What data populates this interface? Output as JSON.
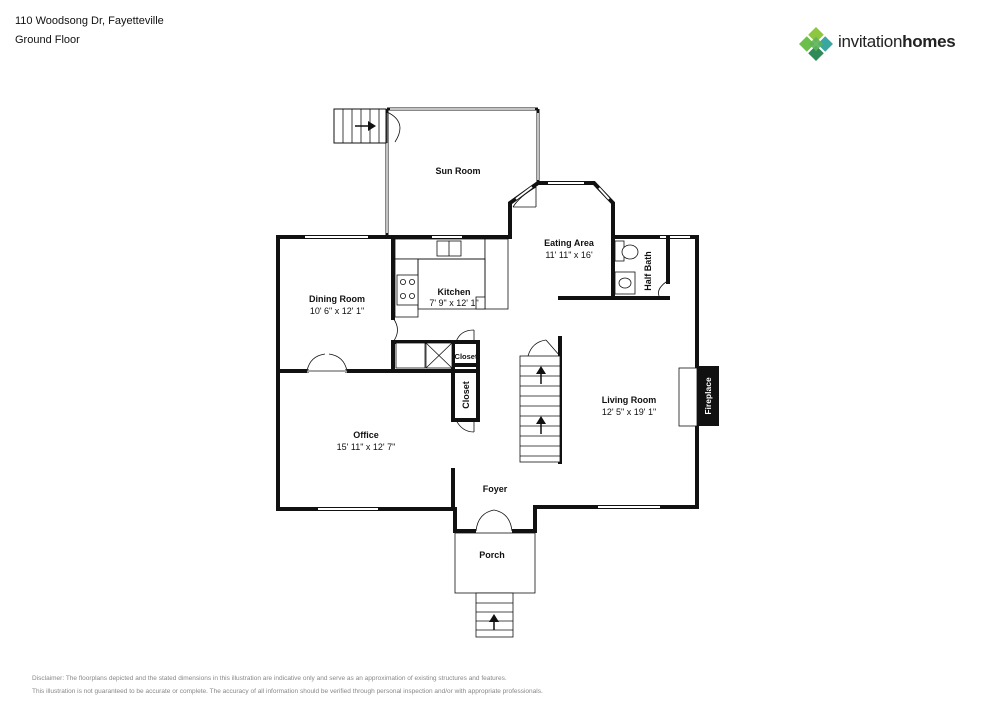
{
  "header": {
    "address": "110 Woodsong Dr, Fayetteville",
    "floor": "Ground Floor"
  },
  "logo": {
    "word1": "invitation",
    "word2": "homes",
    "colors": [
      "#6cbf4a",
      "#3aa6a0",
      "#8dc63f",
      "#2e8b57"
    ]
  },
  "rooms": {
    "sun_room": {
      "name": "Sun Room"
    },
    "eating_area": {
      "name": "Eating Area",
      "dims": "11' 11\" x 16'"
    },
    "kitchen": {
      "name": "Kitchen",
      "dims": "7' 9\" x 12' 1\""
    },
    "dining_room": {
      "name": "Dining Room",
      "dims": "10' 6\" x 12' 1\""
    },
    "half_bath": {
      "name": "Half Bath"
    },
    "closet_upper": {
      "name": "Closet"
    },
    "closet_lower": {
      "name": "Closet"
    },
    "office": {
      "name": "Office",
      "dims": "15' 11\" x 12' 7\""
    },
    "living_room": {
      "name": "Living Room",
      "dims": "12' 5\" x 19' 1\""
    },
    "fireplace": {
      "name": "Fireplace"
    },
    "foyer": {
      "name": "Foyer"
    },
    "porch": {
      "name": "Porch"
    }
  },
  "disclaimer": {
    "line1": "Disclaimer: The floorplans depicted and the stated dimensions in this illustration are indicative only and serve as an approximation of existing structures and features.",
    "line2": "This illustration is not guaranteed to be accurate or complete. The accuracy of all information should be verified through personal inspection and/or with appropriate professionals."
  }
}
